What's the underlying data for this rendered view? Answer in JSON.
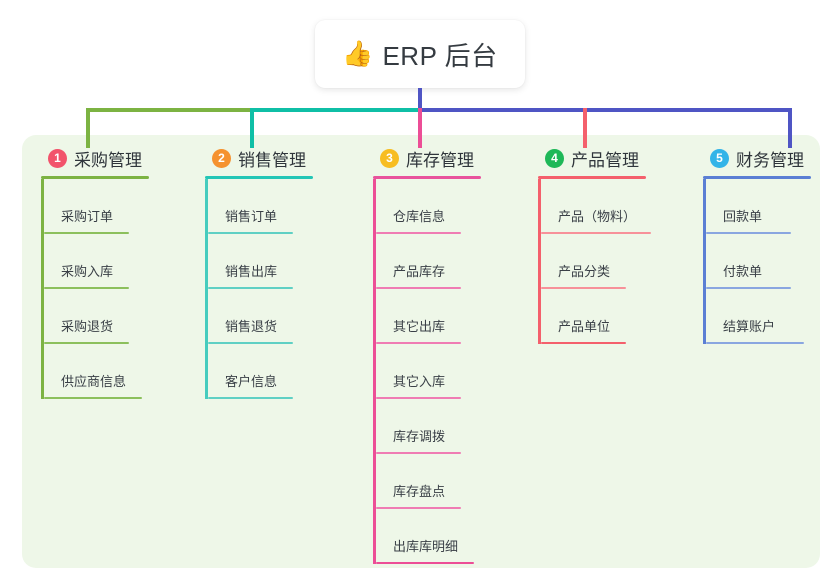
{
  "root": {
    "emoji": "👍",
    "emoji_name": "thumbs-up-icon",
    "title": "ERP 后台"
  },
  "palette": {
    "panel_bg": "#eef7e8",
    "page_bg": "#ffffff",
    "root_connector": "#4f55c4",
    "trunk_left": "#7cb342",
    "trunk_mid": "#0fbfa6",
    "trunk_right": "#4f55c4"
  },
  "branches": [
    {
      "number": "1",
      "label": "采购管理",
      "badge_color": "#f2536b",
      "line_color": "#7cb342",
      "drop_color": "#7cb342",
      "children": [
        "采购订单",
        "采购入库",
        "采购退货",
        "供应商信息"
      ]
    },
    {
      "number": "2",
      "label": "销售管理",
      "badge_color": "#f5922f",
      "line_color": "#23c6b6",
      "drop_color": "#0fbfa6",
      "children": [
        "销售订单",
        "销售出库",
        "销售退货",
        "客户信息"
      ]
    },
    {
      "number": "3",
      "label": "库存管理",
      "badge_color": "#f7bd21",
      "line_color": "#e8539c",
      "drop_color": "#ec4e96",
      "children": [
        "仓库信息",
        "产品库存",
        "其它出库",
        "其它入库",
        "库存调拨",
        "库存盘点",
        "出库库明细"
      ]
    },
    {
      "number": "4",
      "label": "产品管理",
      "badge_color": "#1eb858",
      "line_color": "#f4606c",
      "drop_color": "#f4606c",
      "children": [
        "产品（物料）",
        "产品分类",
        "产品单位"
      ]
    },
    {
      "number": "5",
      "label": "财务管理",
      "badge_color": "#33b4e8",
      "line_color": "#5b7fd4",
      "drop_color": "#4f6fd0",
      "children": [
        "回款单",
        "付款单",
        "结算账户"
      ]
    }
  ]
}
